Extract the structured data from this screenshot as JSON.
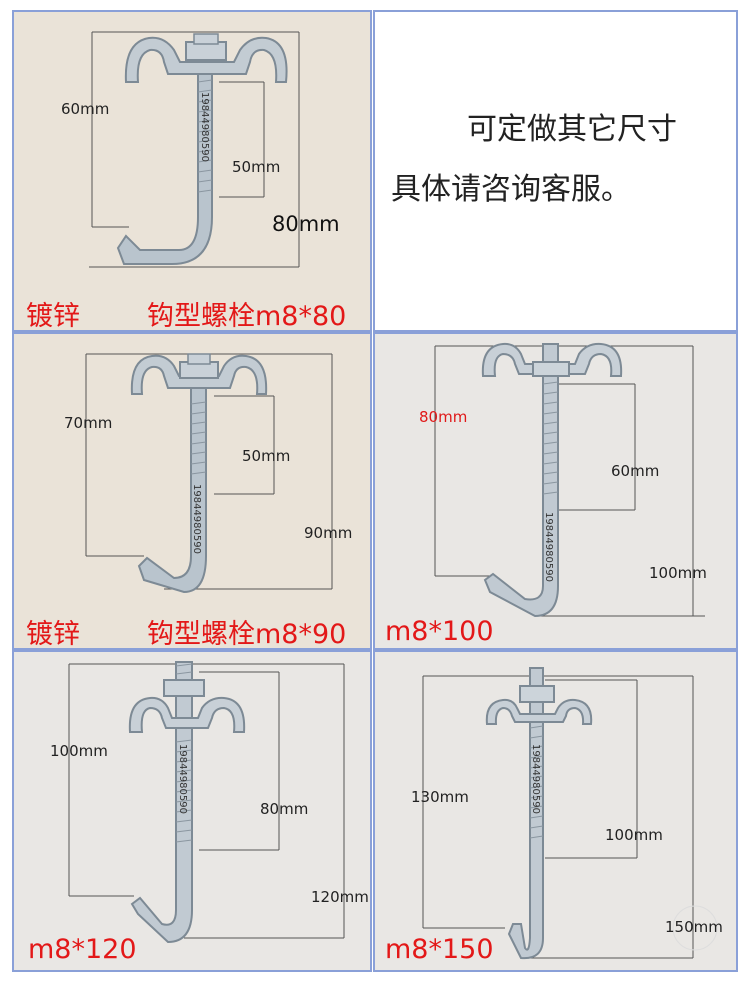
{
  "panels": [
    {
      "dims": {
        "d1": "60mm",
        "d2": "50mm",
        "d3": "80mm"
      },
      "caption_left": "镀锌",
      "caption_right": "钩型螺栓m8*80",
      "stamp": "19844980590"
    },
    {
      "info_line1": "可定做其它尺寸",
      "info_line2": "具体请咨询客服。"
    },
    {
      "dims": {
        "d1": "70mm",
        "d2": "50mm",
        "d3": "90mm"
      },
      "caption_left": "镀锌",
      "caption_right": "钩型螺栓m8*90",
      "stamp": "19844980590"
    },
    {
      "dims": {
        "d1": "80mm",
        "d2": "60mm",
        "d3": "100mm"
      },
      "caption": "m8*100",
      "stamp": "19844980590"
    },
    {
      "dims": {
        "d1": "100mm",
        "d2": "80mm",
        "d3": "120mm"
      },
      "caption": "m8*120",
      "stamp": "19844980590"
    },
    {
      "dims": {
        "d1": "130mm",
        "d2": "100mm",
        "d3": "150mm"
      },
      "caption": "m8*150",
      "stamp": "19844980590"
    }
  ],
  "colors": {
    "caption": "#e31818",
    "border": "#8aa0d8",
    "metal": "#b8c3cc",
    "photo_bg": "#eae3d8"
  }
}
